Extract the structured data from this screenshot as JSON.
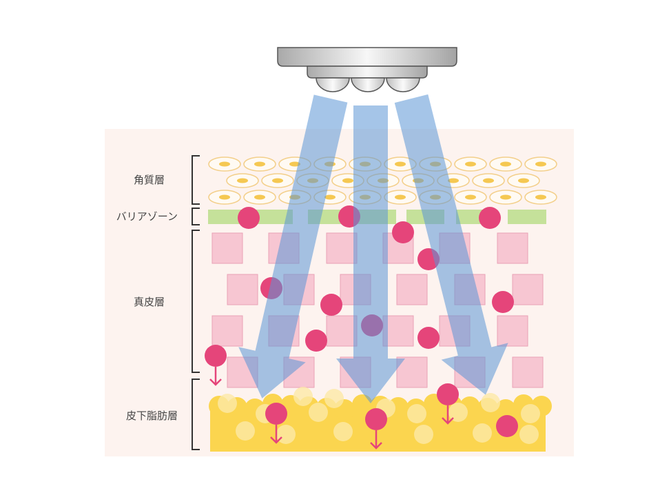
{
  "labels": {
    "stratum_corneum": "角質層",
    "barrier_zone": "バリアゾーン",
    "dermis": "真皮層",
    "subcutaneous_fat": "皮下脂肪層"
  },
  "colors": {
    "background": "#fdf3ef",
    "cell_stroke": "#f3cf8a",
    "cell_nucleus": "#f5c852",
    "barrier": "#c5e19a",
    "dermis_square": "#f7c6d2",
    "fat": "#fbd54f",
    "dot": "#e5457a",
    "beam": "#5b96d6"
  }
}
